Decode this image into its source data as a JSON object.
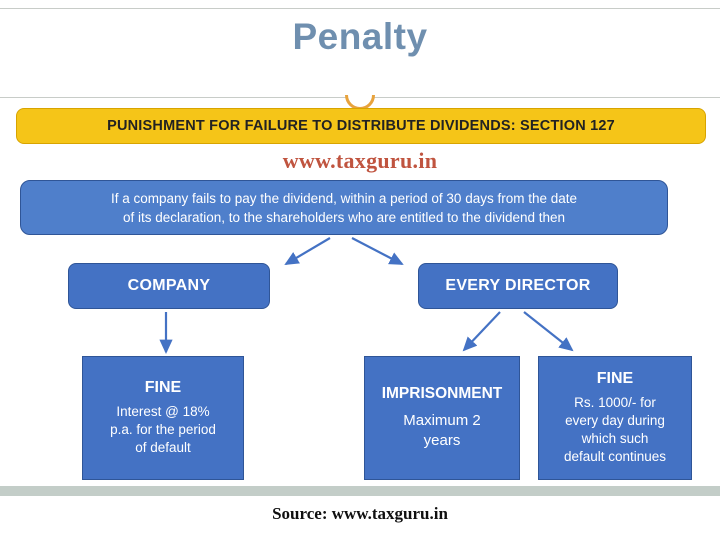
{
  "slide": {
    "title": "Penalty",
    "banner_text": "PUNISHMENT FOR FAILURE TO DISTRIBUTE DIVIDENDS: SECTION 127",
    "watermark": "www.taxguru.in",
    "source": "Source: www.taxguru.in"
  },
  "statement": {
    "line1": "If a company fails to pay the dividend, within a period of 30 days from the date",
    "line2": "of its declaration, to the shareholders who are entitled to the dividend then"
  },
  "nodes": [
    {
      "id": "company",
      "label": "COMPANY"
    },
    {
      "id": "every-director",
      "label": "EVERY DIRECTOR"
    }
  ],
  "leaves": [
    {
      "id": "fine-company",
      "head": "FINE",
      "body": "Interest @ 18%\np.a. for the period\nof default"
    },
    {
      "id": "imprisonment",
      "head": "IMPRISONMENT",
      "body": "Maximum 2\nyears"
    },
    {
      "id": "fine-director",
      "head": "FINE",
      "body": "Rs. 1000/- for\nevery day during\nwhich such\ndefault continues"
    }
  ],
  "colors": {
    "box_fill": "#4472c4",
    "banner_fill": "#f5c518",
    "title_text": "#6f8faf",
    "watermark_text": "#c0543f",
    "arrow": "#4472c4",
    "bottom_band": "#c3cdc8"
  }
}
